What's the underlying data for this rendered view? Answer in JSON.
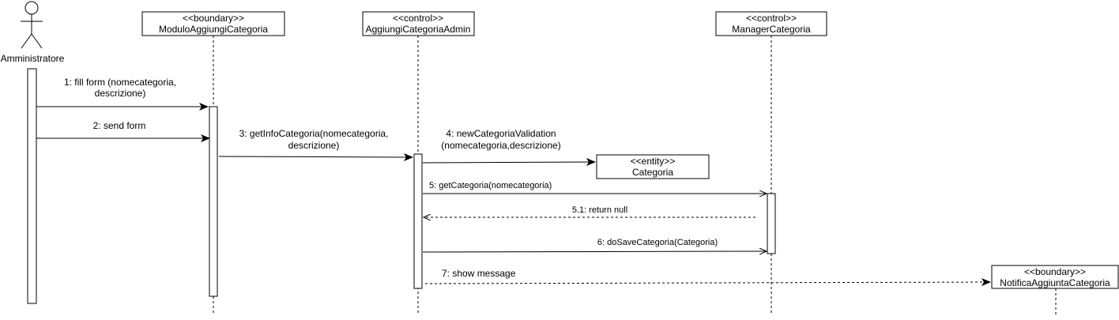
{
  "diagram": {
    "actor": {
      "name": "Amministratore"
    },
    "participants": [
      {
        "id": "modulo",
        "stereotype": "<<boundary>>",
        "name": "ModuloAggiungiCategoria"
      },
      {
        "id": "admin",
        "stereotype": "<<control>>",
        "name": "AggiungiCategoriaAdmin"
      },
      {
        "id": "manager",
        "stereotype": "<<control>>",
        "name": "ManagerCategoria"
      },
      {
        "id": "categoria",
        "stereotype": "<<entity>>",
        "name": "Categoria"
      },
      {
        "id": "notifica",
        "stereotype": "<<boundary>>",
        "name": "NotificaAggiuntaCategoria"
      }
    ],
    "messages": [
      {
        "id": "m1",
        "lines": [
          "1: fill form (nomecategoria,",
          "descrizione)"
        ],
        "style": "sync"
      },
      {
        "id": "m2",
        "lines": [
          "2: send form"
        ],
        "style": "sync"
      },
      {
        "id": "m3",
        "lines": [
          "3: getInfoCategoria(nomecategoria,",
          "descrizione)"
        ],
        "style": "sync"
      },
      {
        "id": "m4",
        "lines": [
          "4: newCategoriaValidation",
          "(nomecategoria,descrizione)"
        ],
        "style": "create"
      },
      {
        "id": "m5",
        "lines": [
          "5: getCategoria(nomecategoria)"
        ],
        "style": "sync"
      },
      {
        "id": "m51",
        "lines": [
          "5.1: return null"
        ],
        "style": "return"
      },
      {
        "id": "m6",
        "lines": [
          "6: doSaveCategoria(Categoria)"
        ],
        "style": "sync"
      },
      {
        "id": "m7",
        "lines": [
          "7: show message"
        ],
        "style": "create-dashed"
      }
    ]
  }
}
